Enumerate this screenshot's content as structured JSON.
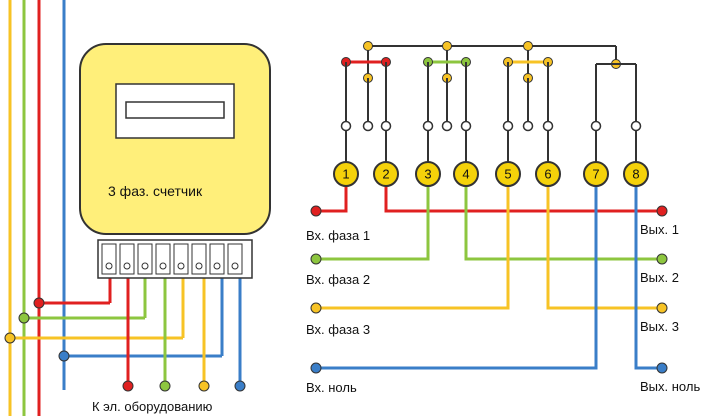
{
  "meter": {
    "title": "3 фаз. счетчик",
    "body_color": "#ffef7a",
    "terminal_count": 8
  },
  "terminals": [
    "1",
    "2",
    "3",
    "4",
    "5",
    "6",
    "7",
    "8"
  ],
  "inputs": {
    "phase1": "Вх. фаза 1",
    "phase2": "Вх. фаза 2",
    "phase3": "Вх. фаза 3",
    "neutral": "Вх. ноль"
  },
  "outputs": {
    "out1": "Вых. 1",
    "out2": "Вых. 2",
    "out3": "Вых. 3",
    "neutral": "Вых. ноль"
  },
  "equipment_label": "К эл. оборудованию",
  "colors": {
    "phase1": "#e02020",
    "phase2": "#8dc63f",
    "phase3": "#f7c325",
    "neutral": "#3a7ec8",
    "meter": "#ffef7a",
    "terminal": "#f5d20a"
  }
}
